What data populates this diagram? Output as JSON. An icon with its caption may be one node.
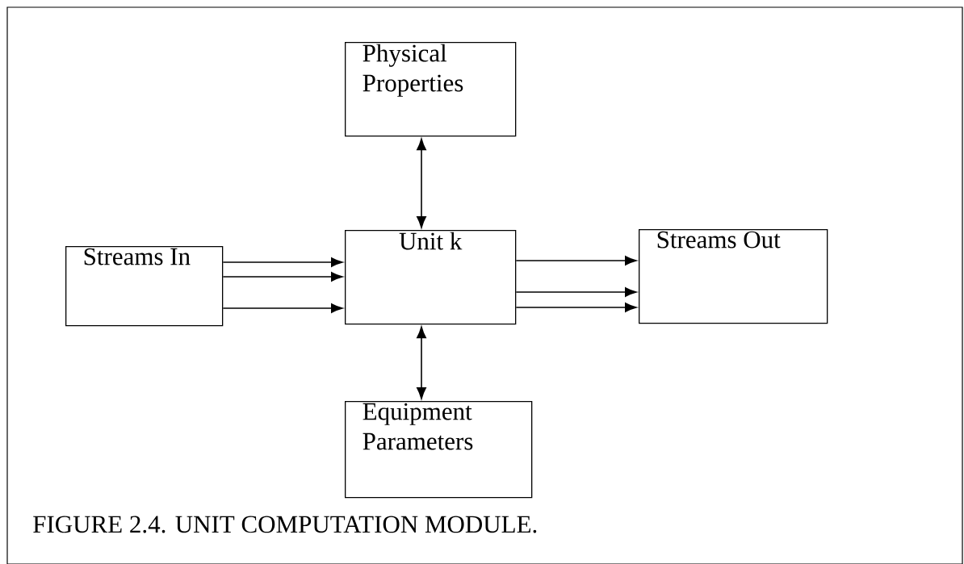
{
  "diagram": {
    "caption": "FIGURE 2.4. UNIT COMPUTATION MODULE.",
    "nodes": [
      {
        "text": [
          "Physical Properties"
        ]
      },
      {
        "text": [
          "Streams In"
        ]
      },
      {
        "text": [
          "Unit k"
        ]
      },
      {
        "text": [
          "Streams Out"
        ]
      },
      {
        "text": [
          "Equipment Parameters"
        ]
      }
    ],
    "edges": [
      {
        "from": 0,
        "to": 2,
        "arrow": "both"
      },
      {
        "from": 1,
        "to": 2,
        "arrow": "to"
      },
      {
        "from": 1,
        "to": 2,
        "arrow": "to"
      },
      {
        "from": 1,
        "to": 2,
        "arrow": "to"
      },
      {
        "from": 2,
        "to": 3,
        "arrow": "to"
      },
      {
        "from": 2,
        "to": 3,
        "arrow": "to"
      },
      {
        "from": 2,
        "to": 3,
        "arrow": "to"
      },
      {
        "from": 4,
        "to": 2,
        "arrow": "both"
      }
    ]
  }
}
